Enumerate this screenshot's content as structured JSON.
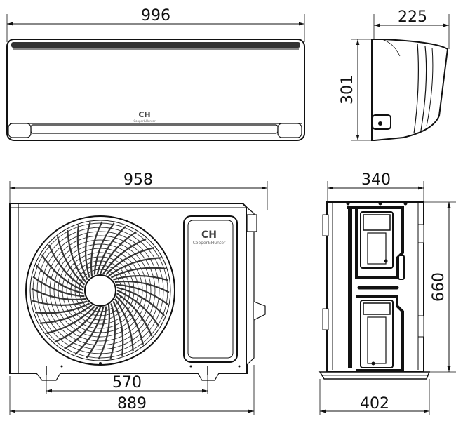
{
  "indoor_unit": {
    "width": "996",
    "height": "301",
    "depth": "225",
    "brand_logo": "CH",
    "brand_name": "Cooper&Hunter"
  },
  "outdoor_unit": {
    "width": "958",
    "height": "660",
    "depth": "340",
    "mount_spacing": "570",
    "base_width": "889",
    "base_depth": "402",
    "brand_logo": "CH",
    "brand_name": "Cooper&Hunter"
  },
  "icons": {
    "fan": "fan-grille-icon"
  }
}
